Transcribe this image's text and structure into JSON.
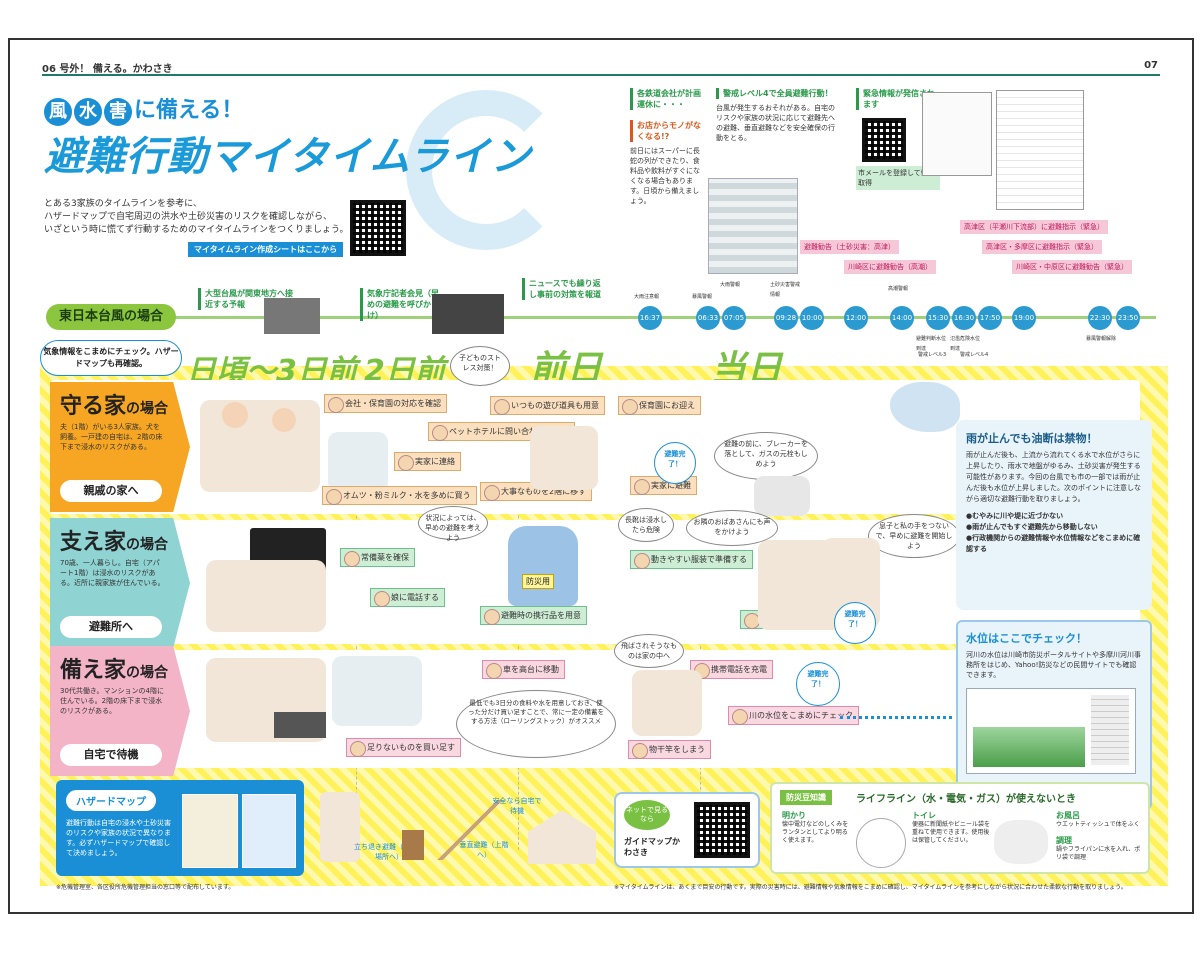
{
  "header": {
    "left": "06 号外！ 備える。かわさき",
    "right": "07"
  },
  "title": {
    "sub_a": "風",
    "sub_b": "水",
    "sub_c": "害",
    "sub_rest": "に備える！",
    "main": "避難行動マイタイムライン"
  },
  "intro": {
    "lines": [
      "とある3家族のタイムラインを参考に、",
      "ハザードマップで自宅周辺の洪水や土砂災害のリスクを確認しながら、",
      "いざという時に慌てず行動するためのマイタイムラインをつくりましょう。"
    ],
    "sheet_btn": "マイタイムライン作成シートはここから"
  },
  "top_notes": [
    {
      "head": "各鉄道会社が計画運休に・・・",
      "sub": "お店からモノがなくなる!?",
      "body": "前日にはスーパーに長蛇の列ができたり、食料品や飲料がすぐになくなる場合もあります。日頃から備えましょう。"
    },
    {
      "head": "警戒レベル4で全員避難行動！",
      "body": "台風が発生するおそれがある。自宅のリスクや家族の状況に応じて避難先への避難、垂直避難などを安全確保の行動をとる。"
    },
    {
      "head": "緊急情報が発信されます",
      "body": "",
      "btn": "市メールを登録して情報取得"
    }
  ],
  "timeline": {
    "label": "東日本台風の場合",
    "photo_notes": [
      "大型台風が関東地方へ接近する予報",
      "気象庁記者会見（早めの避難を呼びかけ）",
      "ニュースでも繰り返し事前の対策を報道"
    ],
    "times": [
      "16:37",
      "06:33",
      "07:05",
      "09:28",
      "10:00",
      "12:00",
      "14:00",
      "15:30",
      "16:30",
      "17:50",
      "19:00",
      "22:30",
      "23:50"
    ],
    "events": [
      "避難勧告（土砂災害：高津）",
      "川崎区に避難勧告（高潮）",
      "高津区（平瀬川下流部）に避難指示（緊急）",
      "高津区・多摩区に避難指示（緊急）",
      "川崎区・中原区に避難勧告（緊急）"
    ],
    "small_events": [
      "大雨注意報",
      "暴風警報",
      "大雨警報",
      "土砂災害警戒情報",
      "高潮警報",
      "避難判断水位到達",
      "氾濫危険水位到達",
      "警戒レベル3",
      "警戒レベル4",
      "暴風警報解除"
    ]
  },
  "days": {
    "d3": "日頃〜3日前",
    "d2": "2日前",
    "d1": "前日",
    "d0": "当日",
    "callout": "気象情報をこまめにチェック。ハザードマップも再確認。"
  },
  "family1": {
    "title": "守る家",
    "suffix": "の場合",
    "desc": "夫（1階）がいる3人家族。犬を飼養。一戸建の自宅は、2階の床下まで浸水のリスクがある。",
    "dest": "親戚の家へ",
    "notes": [
      "会社・保育園の対応を確認",
      "ペットホテルに問い合わせてみる",
      "実家に連絡",
      "オムツ・粉ミルク・水を多めに買う",
      "いつもの遊び道具も用意",
      "大事なものを2階に移す",
      "保育園にお迎え",
      "実家に避難"
    ],
    "bubbles": [
      "子どものストレス対策！",
      "避難の前に、ブレーカーを落として、ガスの元栓もしめよう"
    ],
    "badge": "避難完了！"
  },
  "family2": {
    "title": "支え家",
    "suffix": "の場合",
    "desc": "70歳、一人暮らし。自宅（アパート1階）は浸水のリスクがある。近所に親家族が住んでいる。",
    "dest": "避難所へ",
    "notes": [
      "常備薬を確保",
      "娘に電話する",
      "動きやすい服装で準備する",
      "避難時の携行品を用意",
      "早めに避難所へ"
    ],
    "bubbles": [
      "状況によっては、早めの避難を考えよう",
      "長靴は浸水したら危険",
      "お隣のおばあさんにも声をかけよう",
      "息子と私の手をつないで、早めに避難を開始しよう"
    ],
    "badge": "避難完了！",
    "bag": "防災用"
  },
  "family3": {
    "title": "備え家",
    "suffix": "の場合",
    "desc": "30代共働き。マンションの4階に住んでいる。2階の床下まで浸水のリスクがある。",
    "dest": "自宅で待機",
    "notes": [
      "足りないものを買い足す",
      "車を高台に移動",
      "携帯電話を充電",
      "物干竿をしまう",
      "川の水位をこまめにチェック"
    ],
    "bubbles": [
      "最低でも3日分の食料や水を用意しておき、使った分だけ買い足すことで、常に一定の備蓄をする方法（ローリングストック）がオススメ",
      "飛ばされそうなものは家の中へ"
    ],
    "badge": "避難完了！"
  },
  "warn": {
    "title": "雨が止んでも油断は禁物！",
    "body": "雨が止んだ後も、上流から流れてくる水で水位がさらに上昇したり、雨水で地盤がゆるみ、土砂災害が発生する可能性があります。今回の台風でも市の一部では雨が止んだ後も水位が上昇しました。次のポイントに注意しながら適切な避難行動を取りましょう。",
    "points": [
      "●むやみに川や堤に近づかない",
      "●雨が止んでもすぐ避難先から移動しない",
      "●行政機関からの避難情報や水位情報などをこまめに確認する"
    ]
  },
  "check": {
    "title": "水位はここでチェック！",
    "body": "河川の水位は川崎市防災ポータルサイトや多摩川河川事務所をはじめ、Yahoo!防災などの民間サイトでも確認できます。"
  },
  "hazard": {
    "label": "ハザードマップ",
    "body": "避難行動は自宅の浸水や土砂災害のリスクや家族の状況で異なります。必ずハザードマップで確認して決めましょう。"
  },
  "steps": {
    "a": "立ち退き避難（安全な場所へ）",
    "b": "垂直避難（上階へ）",
    "c": "安全なら自宅で待機"
  },
  "net": {
    "a": "ネットで見るなら",
    "b": "ガイドマップかわさき"
  },
  "life": {
    "tag": "防災豆知識",
    "title": "ライフライン（水・電気・ガス）が使えないとき",
    "items": [
      {
        "h": "明かり",
        "b": "懐中電灯などのしくみをランタンとしてより明るく使えます。"
      },
      {
        "h": "トイレ",
        "b": "便器に新聞紙やビニール袋を重ねて使用できます。使用後は保管してください。"
      },
      {
        "h": "お風呂",
        "b": "ウエットティッシュで体をふく"
      },
      {
        "h": "調理",
        "b": "鍋やフライパンに水を入れ、ポリ袋で調理"
      }
    ]
  },
  "foot": {
    "left": "※危機管理室、各区役所危機管理担当の窓口等で配布しています。",
    "right": "※マイタイムラインは、あくまで目安の行動です。実際の災害時には、避難情報や気象情報をこまめに確認し、マイタイムラインを参考にしながら状況に合わせた柔軟な行動を取りましょう。"
  }
}
